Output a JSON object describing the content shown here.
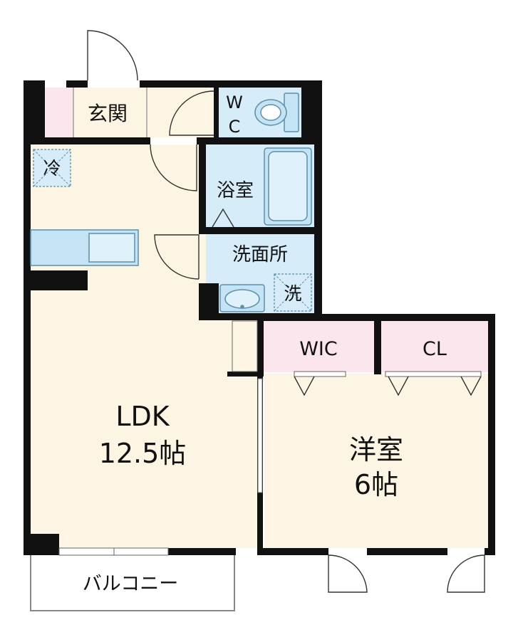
{
  "rooms": {
    "entrance": "玄関",
    "wc_line1": "W",
    "wc_line2": "C",
    "bathroom": "浴室",
    "washroom": "洗面所",
    "ldk_name": "LDK",
    "ldk_size": "12.5帖",
    "wic": "WIC",
    "closet": "CL",
    "western_name": "洋室",
    "western_size": "6帖",
    "balcony": "バルコニー"
  },
  "fixtures": {
    "fridge": "冷",
    "washer": "洗"
  },
  "colors": {
    "wall": "#111111",
    "floor_main": "#fdf5e4",
    "floor_wet": "#d6ecf8",
    "floor_storage": "#fbe6ee",
    "fixture": "#c4e4f5",
    "fixture_line": "#5d8fa8"
  }
}
